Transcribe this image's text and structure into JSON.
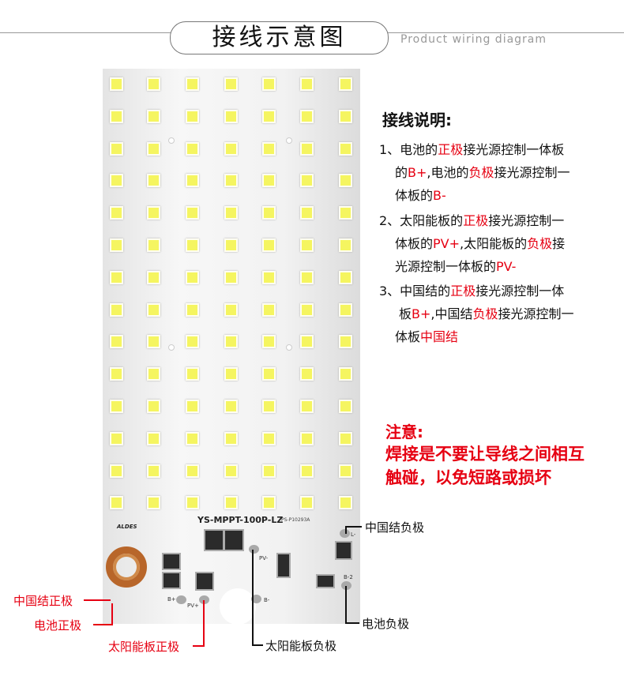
{
  "header": {
    "title": "接线示意图",
    "subtitle": "Product wiring diagram"
  },
  "board": {
    "model": "YS-MPPT-100P-LZ",
    "part_no": "PS-P10293A",
    "logo": "ALDES",
    "led_columns": 7,
    "led_rows": 14,
    "pads": {
      "b_plus": "B+",
      "pv_plus": "PV+",
      "b_minus": "B-",
      "pv_minus": "PV-",
      "l_minus": "L-",
      "b2": "B-2"
    }
  },
  "instructions": {
    "title": "接线说明:",
    "items": [
      [
        [
          [
            "1、电池的",
            0
          ],
          [
            "正极",
            1
          ],
          [
            "接光源控制一体板",
            0
          ]
        ],
        [
          [
            "的",
            0
          ],
          [
            "B+",
            1
          ],
          [
            ",电池的",
            0
          ],
          [
            "负极",
            1
          ],
          [
            "接光源控制一",
            0
          ]
        ],
        [
          [
            "体板的",
            0
          ],
          [
            "B-",
            1
          ]
        ]
      ],
      [
        [
          [
            "2、太阳能板的",
            0
          ],
          [
            "正极",
            1
          ],
          [
            "接光源控制一",
            0
          ]
        ],
        [
          [
            "体板的",
            0
          ],
          [
            "PV+",
            1
          ],
          [
            ",太阳能板的",
            0
          ],
          [
            "负极",
            1
          ],
          [
            "接",
            0
          ]
        ],
        [
          [
            "光源控制一体板的",
            0
          ],
          [
            "PV-",
            1
          ]
        ]
      ],
      [
        [
          [
            "3、中国结的",
            0
          ],
          [
            "正极",
            1
          ],
          [
            "接光源控制一体",
            0
          ]
        ],
        [
          [
            "板",
            0
          ],
          [
            "B+",
            1
          ],
          [
            ",中国结",
            0
          ],
          [
            "负极",
            1
          ],
          [
            "接光源控制一",
            0
          ]
        ],
        [
          [
            "体板",
            0
          ],
          [
            "中国结",
            1
          ]
        ]
      ]
    ]
  },
  "note": {
    "title": "注意:",
    "line1": "焊接是不要让导线之间相互",
    "line2": "触碰，以免短路或损坏"
  },
  "callouts": {
    "knot_negative": "中国结负极",
    "battery_negative": "电池负极",
    "solar_negative": "太阳能板负极",
    "knot_positive": "中国结正极",
    "battery_positive": "电池正极",
    "solar_positive": "太阳能板正极"
  },
  "colors": {
    "highlight": "#e60012",
    "led": "#f5f560"
  }
}
